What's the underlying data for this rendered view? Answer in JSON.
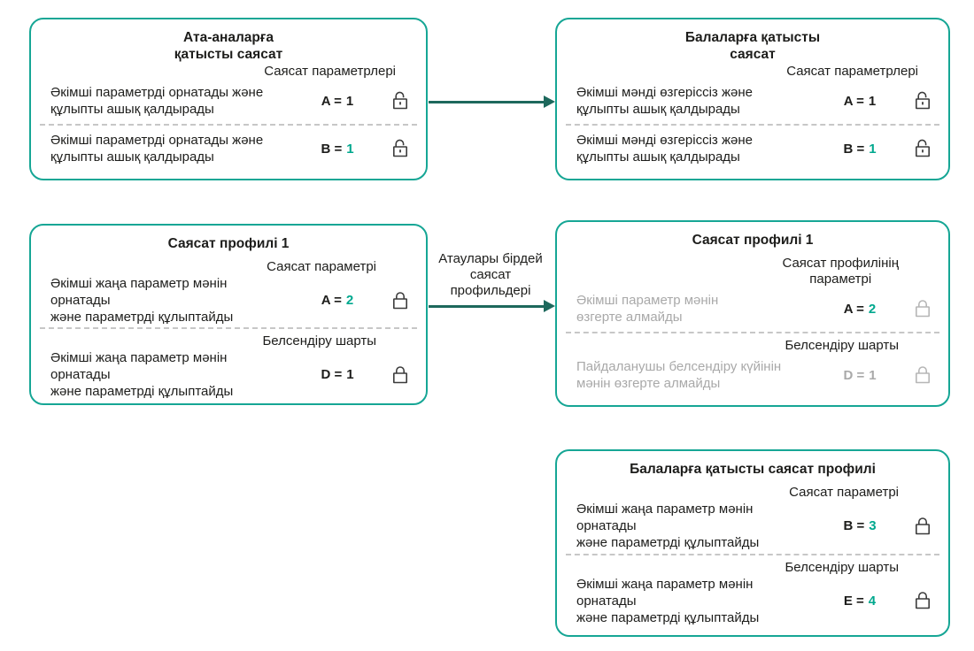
{
  "colors": {
    "box_border": "#16a695",
    "arrow": "#1d685c",
    "accent_number": "#00a88e",
    "text": "#1d1d1b",
    "muted_text": "#a9a9a9",
    "muted_lock": "#b6b6b6",
    "divider": "#c7c7c7"
  },
  "arrows": {
    "middle_label": "Атаулары бірдей\nсаясат\nпрофильдері"
  },
  "boxes": [
    {
      "title": "Ата-аналарға\nқатысты саясат",
      "segments": [
        {
          "subtitle": "Саясат параметрлері",
          "row": {
            "text": "Әкімші параметрді орнатады және\nқұлыпты ашық қалдырады",
            "value_prefix": "A =",
            "value_number": "1",
            "number_color": "black",
            "lock": "open",
            "lock_color": "dark",
            "muted": false
          }
        },
        {
          "subtitle": "",
          "row": {
            "text": "Әкімші параметрді орнатады және\nқұлыпты ашық қалдырады",
            "value_prefix": "B =",
            "value_number": "1",
            "number_color": "teal",
            "lock": "open",
            "lock_color": "dark",
            "muted": false
          }
        }
      ]
    },
    {
      "title": "Балаларға қатысты\nсаясат",
      "segments": [
        {
          "subtitle": "Саясат параметрлері",
          "row": {
            "text": "Әкімші мәнді өзгеріссіз және\nқұлыпты ашық қалдырады",
            "value_prefix": "A =",
            "value_number": "1",
            "number_color": "black",
            "lock": "open",
            "lock_color": "dark",
            "muted": false
          }
        },
        {
          "subtitle": "",
          "row": {
            "text": "Әкімші мәнді өзгеріссіз және\nқұлыпты ашық қалдырады",
            "value_prefix": "B =",
            "value_number": "1",
            "number_color": "teal",
            "lock": "open",
            "lock_color": "dark",
            "muted": false
          }
        }
      ]
    },
    {
      "title": "Саясат профилі 1",
      "segments": [
        {
          "subtitle": "Саясат параметрі",
          "row": {
            "text": "Әкімші жаңа параметр мәнін орнатады\nжәне параметрді құлыптайды",
            "value_prefix": "A =",
            "value_number": "2",
            "number_color": "teal",
            "lock": "closed",
            "lock_color": "dark",
            "muted": false
          }
        },
        {
          "subtitle": "Белсендіру шарты",
          "row": {
            "text": "Әкімші жаңа параметр мәнін орнатады\nжәне параметрді құлыптайды",
            "value_prefix": "D =",
            "value_number": "1",
            "number_color": "black",
            "lock": "closed",
            "lock_color": "dark",
            "muted": false
          }
        }
      ]
    },
    {
      "title": "Саясат профилі 1",
      "segments": [
        {
          "subtitle": "Саясат профилінің\nпараметрі",
          "row": {
            "text": "Әкімші параметр мәнін\nөзгерте алмайды",
            "value_prefix": "A =",
            "value_number": "2",
            "number_color": "teal",
            "lock": "closed",
            "lock_color": "gray",
            "muted": true
          }
        },
        {
          "subtitle": "Белсендіру шарты",
          "row": {
            "text": "Пайдаланушы белсендіру күйінін\nмәнін өзгерте алмайды",
            "value_prefix": "D =",
            "value_number": "1",
            "number_color": "gray",
            "lock": "closed",
            "lock_color": "gray",
            "muted": true
          }
        }
      ]
    },
    {
      "title": "Балаларға қатысты саясат профилі",
      "segments": [
        {
          "subtitle": "Саясат параметрі",
          "row": {
            "text": "Әкімші жаңа параметр мәнін орнатады\nжәне параметрді құлыптайды",
            "value_prefix": "B =",
            "value_number": "3",
            "number_color": "teal",
            "lock": "closed",
            "lock_color": "dark",
            "muted": false
          }
        },
        {
          "subtitle": "Белсендіру шарты",
          "row": {
            "text": "Әкімші жаңа параметр мәнін орнатады\nжәне параметрді құлыптайды",
            "value_prefix": "E =",
            "value_number": "4",
            "number_color": "teal",
            "lock": "closed",
            "lock_color": "dark",
            "muted": false
          }
        }
      ]
    }
  ]
}
